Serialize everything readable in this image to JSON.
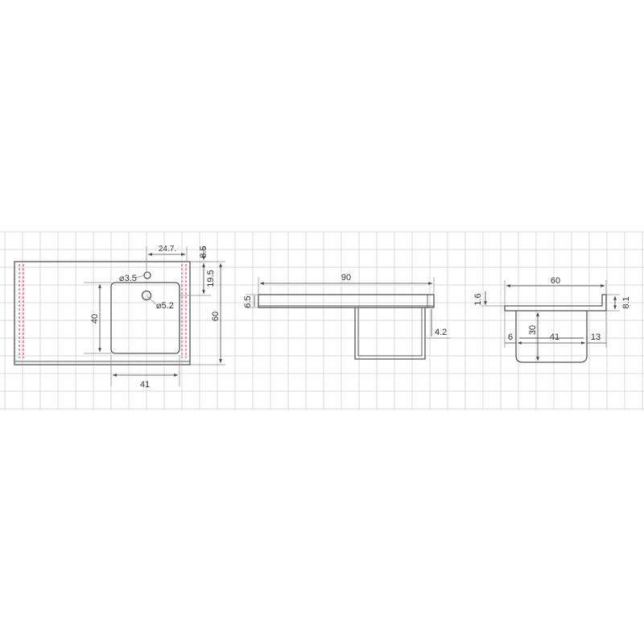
{
  "drawing": {
    "plan": {
      "width_bowl": "41",
      "bowl_depth": "40",
      "total_depth": "60",
      "tap_offset": "24.7.",
      "tap_top": "8.5",
      "tap_side": "19.5",
      "hole_small": "⌀3.5",
      "hole_large": "⌀5.2"
    },
    "front": {
      "total_width": "90",
      "top_thickness": "6.5",
      "bowl_height": "4.2"
    },
    "side": {
      "total_depth": "60",
      "lip": "1.6",
      "upstand": "8.1",
      "bowl_depth": "30",
      "front_offset": "6",
      "bowl_width": "41",
      "back_offset": "13"
    }
  }
}
